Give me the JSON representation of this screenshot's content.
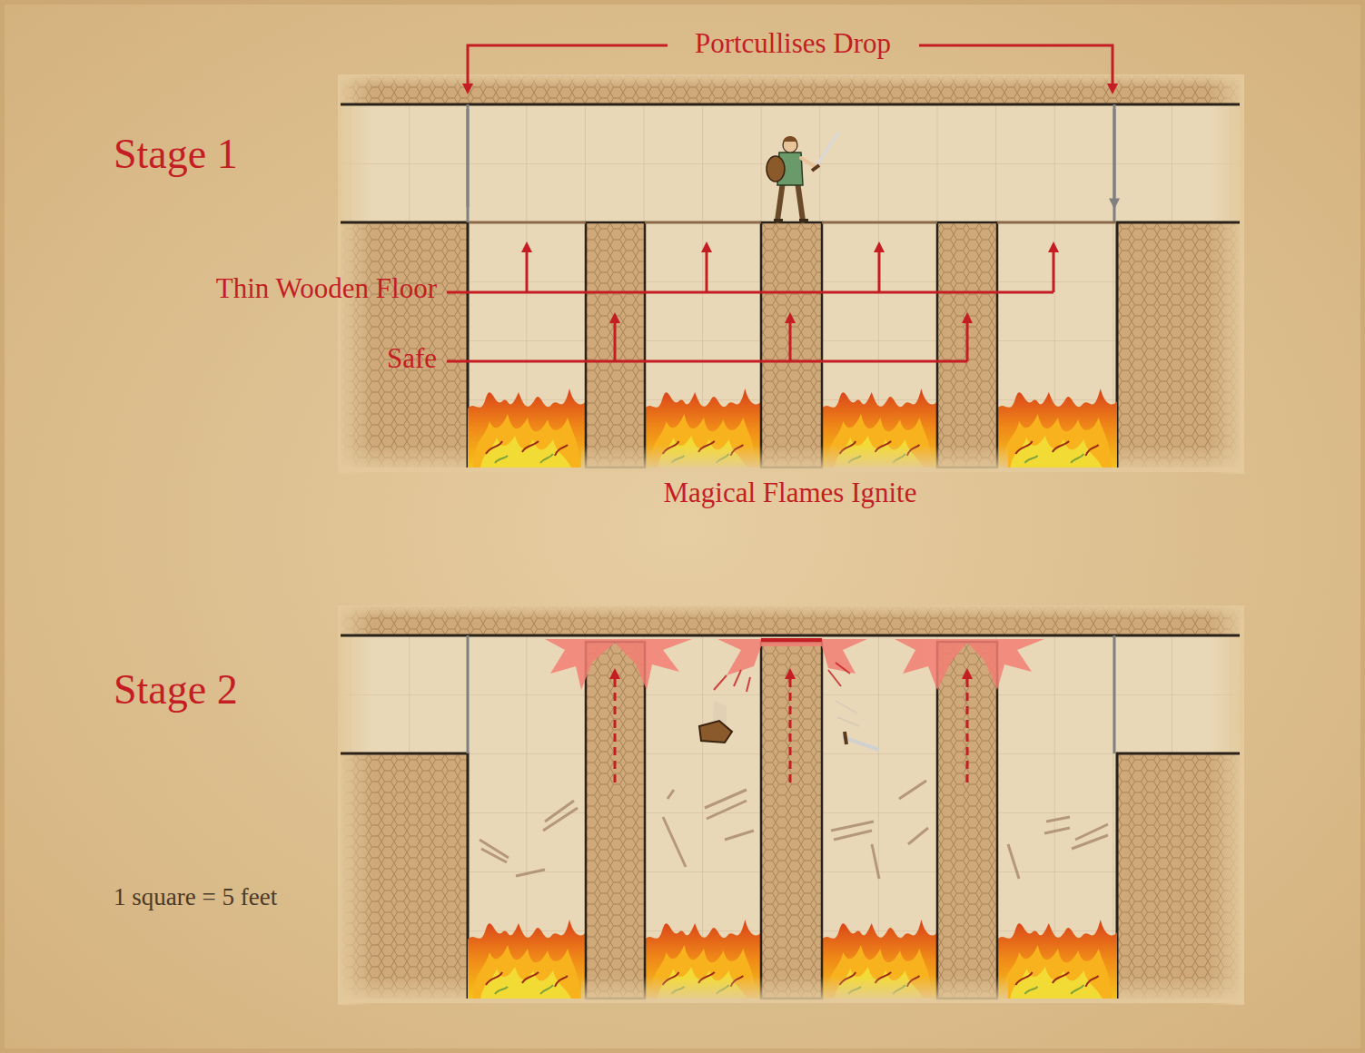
{
  "diagram": {
    "labels": [
      "Portcullises Drop",
      "Stage 1",
      "Thin Wooden Floor",
      "Safe",
      "Magical Flames Ignite",
      "Stage 2",
      "1 square = 5 feet"
    ]
  }
}
